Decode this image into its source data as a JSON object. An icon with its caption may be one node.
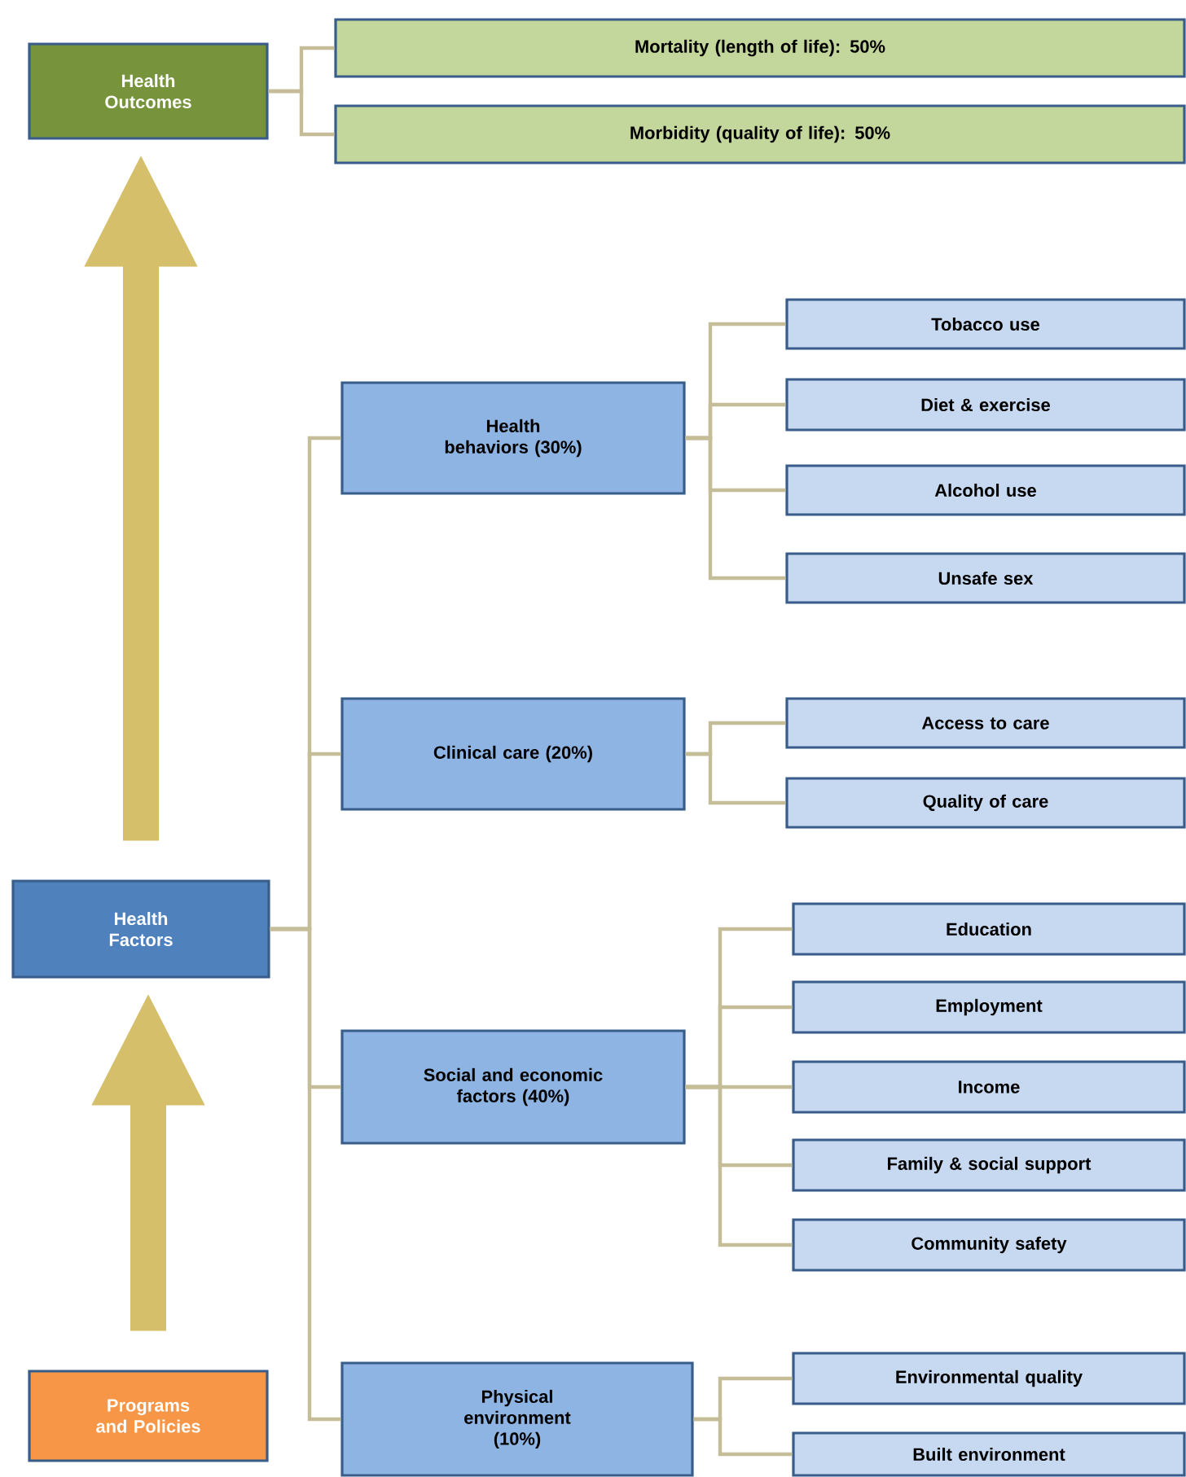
{
  "diagram": {
    "nodes": [
      {
        "text": [
          "Health Outcomes"
        ]
      },
      {
        "text": [
          "Mortality (length of life): 50%"
        ]
      },
      {
        "text": [
          "Morbidity (quality of life): 50%"
        ]
      },
      {
        "text": [
          "Health behaviors (30%)"
        ]
      },
      {
        "text": [
          "Tobacco use"
        ]
      },
      {
        "text": [
          "Diet & exercise"
        ]
      },
      {
        "text": [
          "Alcohol use"
        ]
      },
      {
        "text": [
          "Unsafe sex"
        ]
      },
      {
        "text": [
          "Clinical care (20%)"
        ]
      },
      {
        "text": [
          "Access to care"
        ]
      },
      {
        "text": [
          "Quality of care"
        ]
      },
      {
        "text": [
          "Health Factors"
        ]
      },
      {
        "text": [
          "Social and economic factors (40%)"
        ]
      },
      {
        "text": [
          "Education"
        ]
      },
      {
        "text": [
          "Employment"
        ]
      },
      {
        "text": [
          "Income"
        ]
      },
      {
        "text": [
          "Family & social support"
        ]
      },
      {
        "text": [
          "Community safety"
        ]
      },
      {
        "text": [
          "Programs and Policies"
        ]
      },
      {
        "text": [
          "Physical environment (10%)"
        ]
      },
      {
        "text": [
          "Environmental quality"
        ]
      },
      {
        "text": [
          "Built environment"
        ]
      }
    ],
    "edges": [
      {
        "from": 0,
        "to": 1,
        "arrow": "none"
      },
      {
        "from": 0,
        "to": 2,
        "arrow": "none"
      },
      {
        "from": 11,
        "to": 3,
        "arrow": "none"
      },
      {
        "from": 11,
        "to": 8,
        "arrow": "none"
      },
      {
        "from": 11,
        "to": 12,
        "arrow": "none"
      },
      {
        "from": 11,
        "to": 19,
        "arrow": "none"
      },
      {
        "from": 3,
        "to": 4,
        "arrow": "none"
      },
      {
        "from": 3,
        "to": 5,
        "arrow": "none"
      },
      {
        "from": 3,
        "to": 6,
        "arrow": "none"
      },
      {
        "from": 3,
        "to": 7,
        "arrow": "none"
      },
      {
        "from": 8,
        "to": 9,
        "arrow": "none"
      },
      {
        "from": 8,
        "to": 10,
        "arrow": "none"
      },
      {
        "from": 12,
        "to": 13,
        "arrow": "none"
      },
      {
        "from": 12,
        "to": 14,
        "arrow": "none"
      },
      {
        "from": 12,
        "to": 15,
        "arrow": "none"
      },
      {
        "from": 12,
        "to": 16,
        "arrow": "none"
      },
      {
        "from": 12,
        "to": 17,
        "arrow": "none"
      },
      {
        "from": 19,
        "to": 20,
        "arrow": "none"
      },
      {
        "from": 19,
        "to": 21,
        "arrow": "none"
      },
      {
        "from": 18,
        "to": 11,
        "arrow": "to",
        "style": "thick",
        "color": "#d6bf6a"
      },
      {
        "from": 11,
        "to": 0,
        "arrow": "to",
        "style": "thick",
        "color": "#d6bf6a"
      }
    ]
  }
}
